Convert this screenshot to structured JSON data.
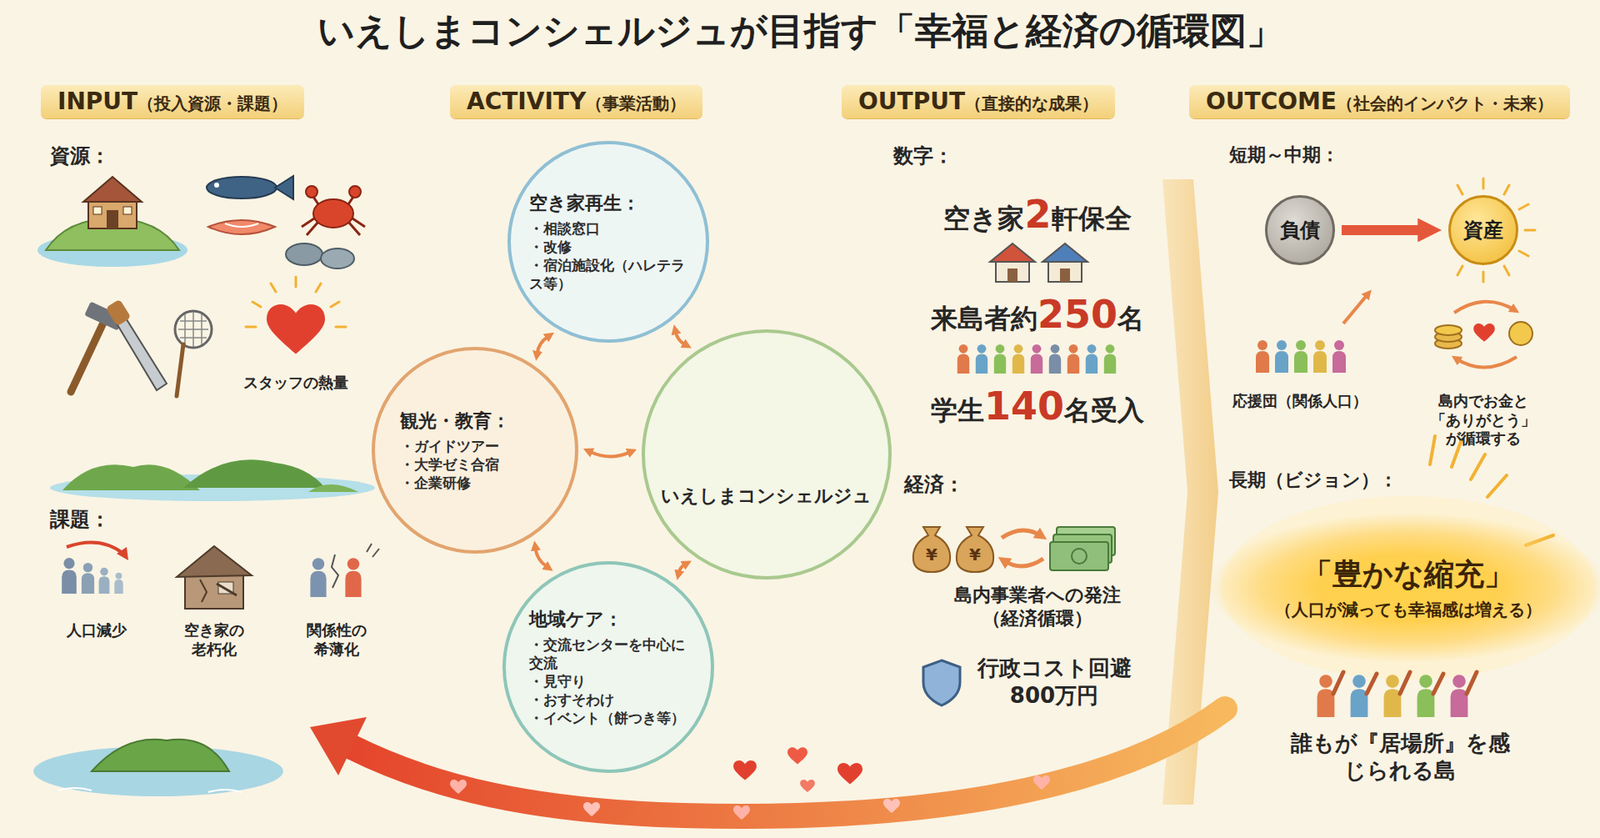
{
  "diagram": {
    "title": "いえしまコンシェルジュが目指す「幸福と経済の循環図」",
    "nodes": [
      {
        "text": [
          "INPUT",
          "（投入資源・課題）"
        ]
      },
      {
        "text": [
          "ACTIVITY",
          "（事業活動）"
        ]
      },
      {
        "text": [
          "OUTPUT",
          "（直接的な成果）"
        ]
      },
      {
        "text": [
          "OUTCOME",
          "（社会的インパクト・未来）"
        ]
      },
      {
        "text": [
          "空き家再生：",
          "・相談窓口",
          "・改修",
          "・宿泊施設化（ハレテラス等）"
        ]
      },
      {
        "text": [
          "観光・教育：",
          "・ガイドツアー",
          "・大学ゼミ合宿",
          "・企業研修"
        ]
      },
      {
        "text": [
          "いえしまコンシェルジュ"
        ]
      },
      {
        "text": [
          "地域ケア：",
          "・交流センターを中心に交流",
          "・見守り",
          "・おすそわけ",
          "・イベント（餅つき等）"
        ]
      },
      {
        "text": [
          "負債"
        ]
      },
      {
        "text": [
          "資産"
        ]
      },
      {
        "text": [
          "「豊かな縮充」",
          "（人口が減っても幸福感は増える）"
        ]
      }
    ],
    "edges": [
      {
        "from": 4,
        "to": 5,
        "arrow": "both"
      },
      {
        "from": 4,
        "to": 6,
        "arrow": "both"
      },
      {
        "from": 5,
        "to": 6,
        "arrow": "both"
      },
      {
        "from": 6,
        "to": 7,
        "arrow": "both"
      },
      {
        "from": 5,
        "to": 7,
        "arrow": "both"
      },
      {
        "from": 8,
        "to": 9,
        "arrow": "to"
      }
    ],
    "labels": [
      "資源：",
      "スタッフの熱量",
      "課題：",
      "人口減少",
      "空き家の老朽化",
      "関係性の希薄化",
      "数字：",
      "空き家2軒保全",
      "来島者約250名",
      "学生140名受入",
      "経済：",
      "¥",
      "¥",
      "島内事業者への発注（経済循環）",
      "行政コスト回避 800万円",
      "短期～中期：",
      "応援団（関係人口）",
      "島内でお金と「ありがとう」が循環する",
      "長期（ビジョン）：",
      "誰もが『居場所』を感じられる島"
    ]
  }
}
